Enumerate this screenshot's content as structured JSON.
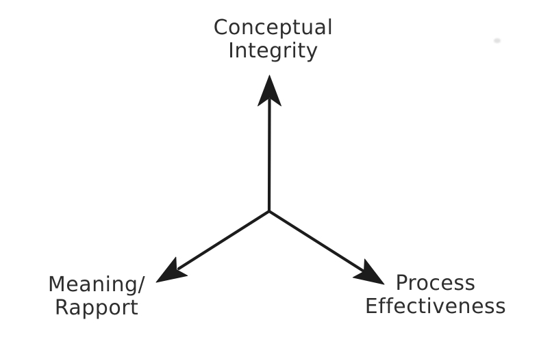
{
  "figure": {
    "type": "diagram",
    "description": "Three-axis arrow diagram radiating from a central point",
    "background_color": "#ffffff",
    "ink_color": "#1c1c1c",
    "text_color": "#2e2e2e",
    "axes": [
      {
        "id": "conceptual-integrity",
        "direction": "up",
        "line1": "Conceptual",
        "line2": "Integrity"
      },
      {
        "id": "meaning-rapport",
        "direction": "down-left",
        "line1": "Meaning/",
        "line2": "Rapport"
      },
      {
        "id": "process-effectiveness",
        "direction": "down-right",
        "line1": "Process",
        "line2": "Effectiveness"
      }
    ]
  }
}
